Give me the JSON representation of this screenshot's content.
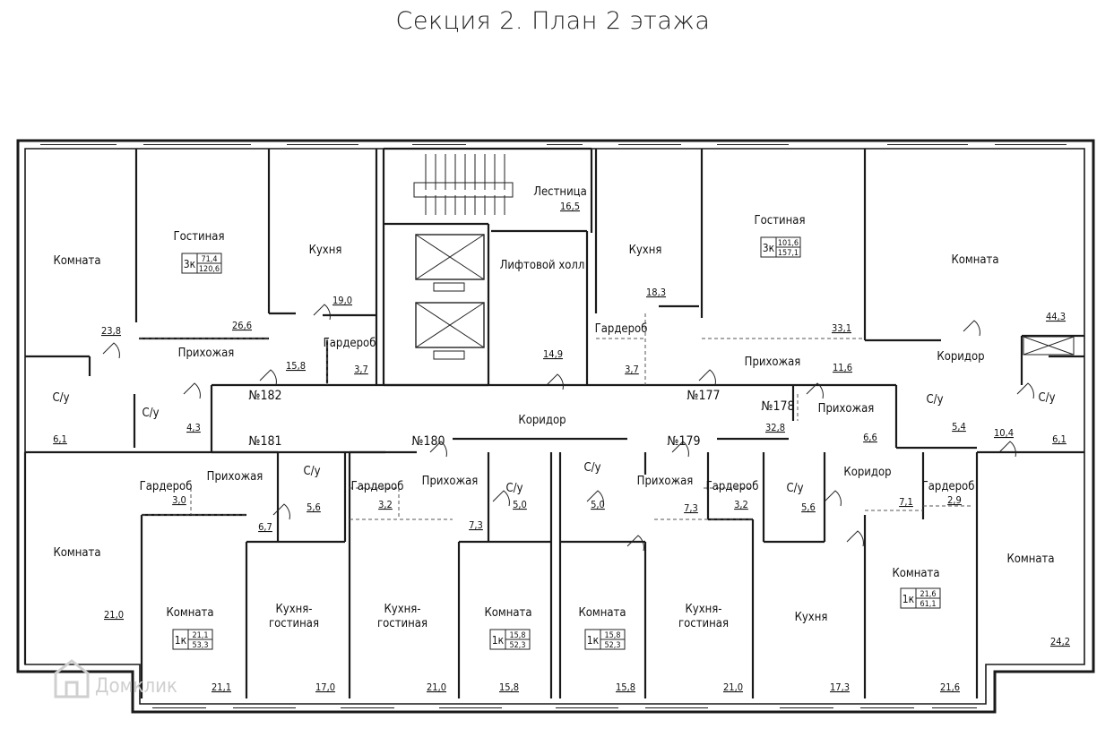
{
  "title": "Секция 2. План 2 этажа",
  "watermark": "Домклик",
  "colors": {
    "wall": "#1a1a1a",
    "line": "#222222",
    "dash": "#555555",
    "watermark": "#cfcfcf"
  },
  "rooms": [
    {
      "label": "Комната",
      "area": "23,8"
    },
    {
      "label": "Гостиная",
      "area": "26,6"
    },
    {
      "label": "Кухня",
      "area": "19,0"
    },
    {
      "label": "Прихожая",
      "area": "15,8"
    },
    {
      "label": "Гардероб",
      "area": "3,7"
    },
    {
      "label": "С/у",
      "area": "6,1"
    },
    {
      "label": "С/у",
      "area": "4,3"
    },
    {
      "label": "Лестница",
      "area": "16,5"
    },
    {
      "label": "Лифтовой холл",
      "area": "14,9"
    },
    {
      "label": "Кухня",
      "area": "18,3"
    },
    {
      "label": "Гардероб",
      "area": "3,7"
    },
    {
      "label": "Гостиная",
      "area": "33,1"
    },
    {
      "label": "Прихожая",
      "area": "11,6"
    },
    {
      "label": "Комната",
      "area": "44,3"
    },
    {
      "label": "Коридор",
      "area": "10,4"
    },
    {
      "label": "С/у",
      "area": "5,4"
    },
    {
      "label": "С/у",
      "area": "6,1"
    },
    {
      "label": "Коридор",
      "area": "32,8"
    },
    {
      "label": "Прихожая",
      "area": "6,6"
    },
    {
      "label": "Комната",
      "area": "21,0"
    },
    {
      "label": "Гардероб",
      "area": "3,0"
    },
    {
      "label": "Прихожая",
      "area": "6,7"
    },
    {
      "label": "С/у",
      "area": "5,6"
    },
    {
      "label": "Комната",
      "area": "21,1"
    },
    {
      "label": "Кухня-\nгостиная",
      "area": "17,0"
    },
    {
      "label": "Гардероб",
      "area": "3,2"
    },
    {
      "label": "Прихожая",
      "area": "7,3"
    },
    {
      "label": "С/у",
      "area": "5,0"
    },
    {
      "label": "Кухня-\nгостиная",
      "area": "21,0"
    },
    {
      "label": "Комната",
      "area": "15,8"
    },
    {
      "label": "С/у",
      "area": "5,0"
    },
    {
      "label": "Комната",
      "area": "15,8"
    },
    {
      "label": "Прихожая",
      "area": "7,3"
    },
    {
      "label": "Гардероб",
      "area": "3,2"
    },
    {
      "label": "Кухня-\nгостиная",
      "area": "21,0"
    },
    {
      "label": "С/у",
      "area": "5,6"
    },
    {
      "label": "Кухня",
      "area": "17,3"
    },
    {
      "label": "Коридор",
      "area": "7,1"
    },
    {
      "label": "Гардероб",
      "area": "2,9"
    },
    {
      "label": "Комната",
      "area": "21,6"
    },
    {
      "label": "Комната",
      "area": "24,2"
    }
  ],
  "apartments": [
    {
      "number": "№182"
    },
    {
      "number": "№181"
    },
    {
      "number": "№180"
    },
    {
      "number": "№179"
    },
    {
      "number": "№178"
    },
    {
      "number": "№177"
    }
  ],
  "badges": [
    {
      "type": "3к",
      "living": "71,4",
      "total": "120,6"
    },
    {
      "type": "3к",
      "living": "101,6",
      "total": "157,1"
    },
    {
      "type": "1к",
      "living": "21,1",
      "total": "53,3"
    },
    {
      "type": "1к",
      "living": "15,8",
      "total": "52,3"
    },
    {
      "type": "1к",
      "living": "15,8",
      "total": "52,3"
    },
    {
      "type": "1к",
      "living": "21,6",
      "total": "61,1"
    }
  ]
}
